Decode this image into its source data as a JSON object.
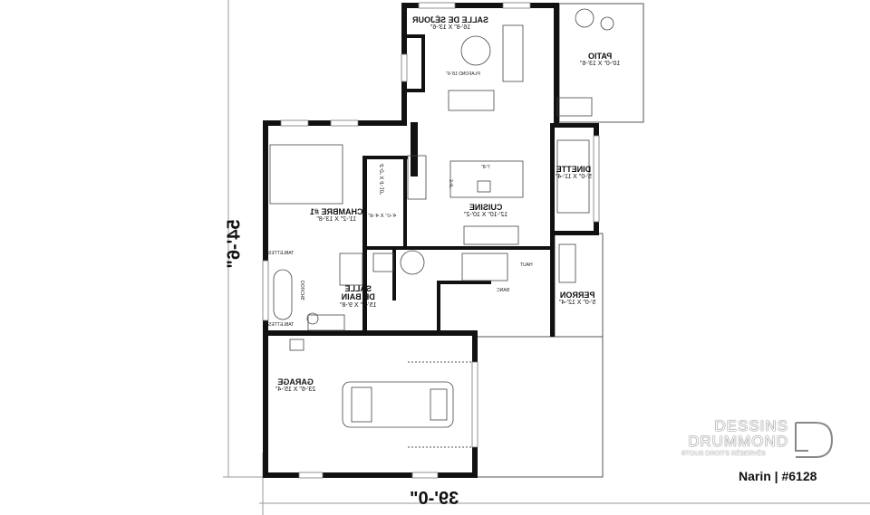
{
  "rooms": {
    "sejour": {
      "name": "SALLE DE SÉJOUR",
      "dims": "16'-8\" X 13'-6\"",
      "ceiling": "PLAFOND 18'-6\""
    },
    "patio": {
      "name": "PATIO",
      "dims": "10'-0\" X 13'-6\""
    },
    "chambre": {
      "name": "CHAMBRE #1",
      "dims": "11'-2\" X 13'-8\""
    },
    "cuisine": {
      "name": "CUISINE",
      "dims": "12'-10\" X 10'-2\""
    },
    "dinette": {
      "name": "DINETTE",
      "dims": "5'-0\" X 11'-4\""
    },
    "closet1": {
      "dims": "4'-0\" X 4'-10\""
    },
    "closet2": {
      "dims": "4'-0\" X 4'-8\""
    },
    "bain": {
      "name1": "SALLE",
      "name2": "DE BAIN",
      "dims": "15'-0\" X 9'-8\""
    },
    "perron": {
      "name": "PERRON",
      "dims": "5'-0\" X 12'-4\""
    },
    "garage": {
      "name": "GARAGE",
      "dims": "23'-6\" X 15'-4\""
    }
  },
  "annotations": {
    "tablette": "TABLETTES",
    "douche": "DOUCHE",
    "haut": "HAUT",
    "banc": "BANC",
    "island": "7'-8\"",
    "island_depth": "3'-6\""
  },
  "dimensions": {
    "depth": "54'-6\"",
    "width": "39'-0\""
  },
  "logo": {
    "line1": "DESSINS",
    "line2": "DRUMMOND",
    "rights": "©TOUS DROITS RÉSERVÉS"
  },
  "plan_label": "Narin | #6128"
}
